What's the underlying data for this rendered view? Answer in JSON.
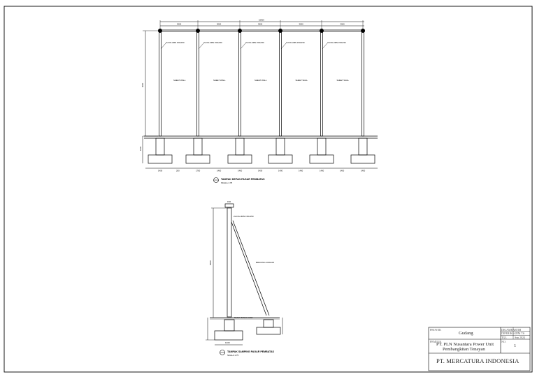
{
  "drawing": {
    "front_view": {
      "bays": 5,
      "dimensions_top": [
        "3000",
        "3000",
        "3000",
        "3000",
        "3000"
      ],
      "overall_top": "15000",
      "height_label": "6000",
      "footing_height_label": "1000",
      "bottom_dimensions": [
        "1400",
        "200",
        "1700",
        "1400",
        "1400",
        "1400",
        "1400",
        "1400",
        "1400",
        "1400",
        "1400"
      ],
      "tags": [
        "2xCOLUMN 150x150",
        "2xCOLUMN 150x150",
        "2xCOLUMN 150x150",
        "2xCOLUMN 150x150",
        "2xCOLUMN 150x150"
      ],
      "panel_notes": [
        "SHEET WALL",
        "SHEET WALL",
        "SHEET WALL",
        "SHEET WALL",
        "SHEET WALL"
      ],
      "caption_title": "TAMPAK DEPAN PAGAR PEMBATAS",
      "caption_scale": "SKALA 1:75"
    },
    "side_view": {
      "top_label": "150",
      "column_tag": "2xCOLUMN 150x150",
      "brace_tag": "BRACING 100x100",
      "height_label": "6000",
      "ground_label": "MUKA TANAH ASLI",
      "footing_width": "1400",
      "caption_title": "TAMPAK SAMPING PAGAR PEMBATAS",
      "caption_scale": "SKALA 1:75"
    }
  },
  "title_block": {
    "project_label": "PROYEK",
    "project": "Gudang",
    "drawn_label": "DIGAMBAR",
    "drawn_value": "TIM",
    "checked_label": "DIPERIKSA",
    "checked_value": "TIM TS",
    "date_label": "TGL",
    "date_value": "Sep 2024",
    "client_label": "PEMILIK",
    "client_line1": "PT. PLN Nusantara Power Unit",
    "client_line2": "Pembangkitan Tenayan",
    "sheet_label": "NO.",
    "sheet_no": "1",
    "company": "PT. MERCATURA INDONESIA"
  }
}
